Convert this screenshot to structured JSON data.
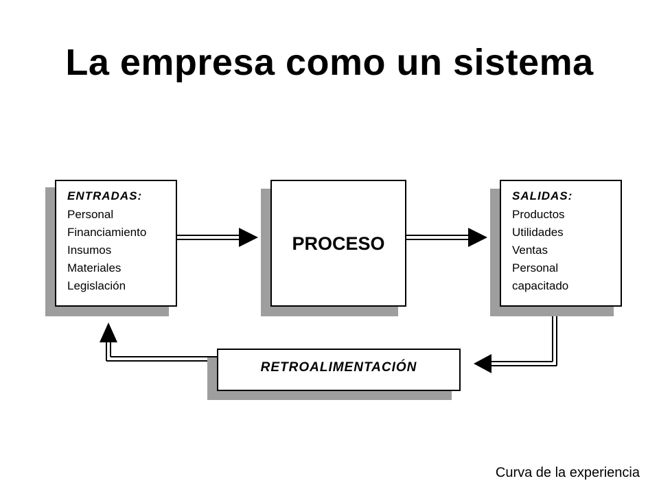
{
  "title": "La empresa como un sistema",
  "footer": "Curva de la experiencia",
  "diagram": {
    "entradas": {
      "heading": "ENTRADAS:",
      "items": [
        "Personal",
        "Financiamiento",
        "Insumos",
        "Materiales",
        "Legislación"
      ]
    },
    "proceso": {
      "label": "PROCESO"
    },
    "salidas": {
      "heading": "SALIDAS:",
      "items": [
        "Productos",
        "Utilidades",
        "Ventas",
        "Personal",
        "capacitado"
      ]
    },
    "retroalimentacion": {
      "label": "RETROALIMENTACIÓN"
    },
    "colors": {
      "line": "#000000",
      "shadow": "#9e9e9e",
      "box_fill": "#ffffff"
    }
  }
}
